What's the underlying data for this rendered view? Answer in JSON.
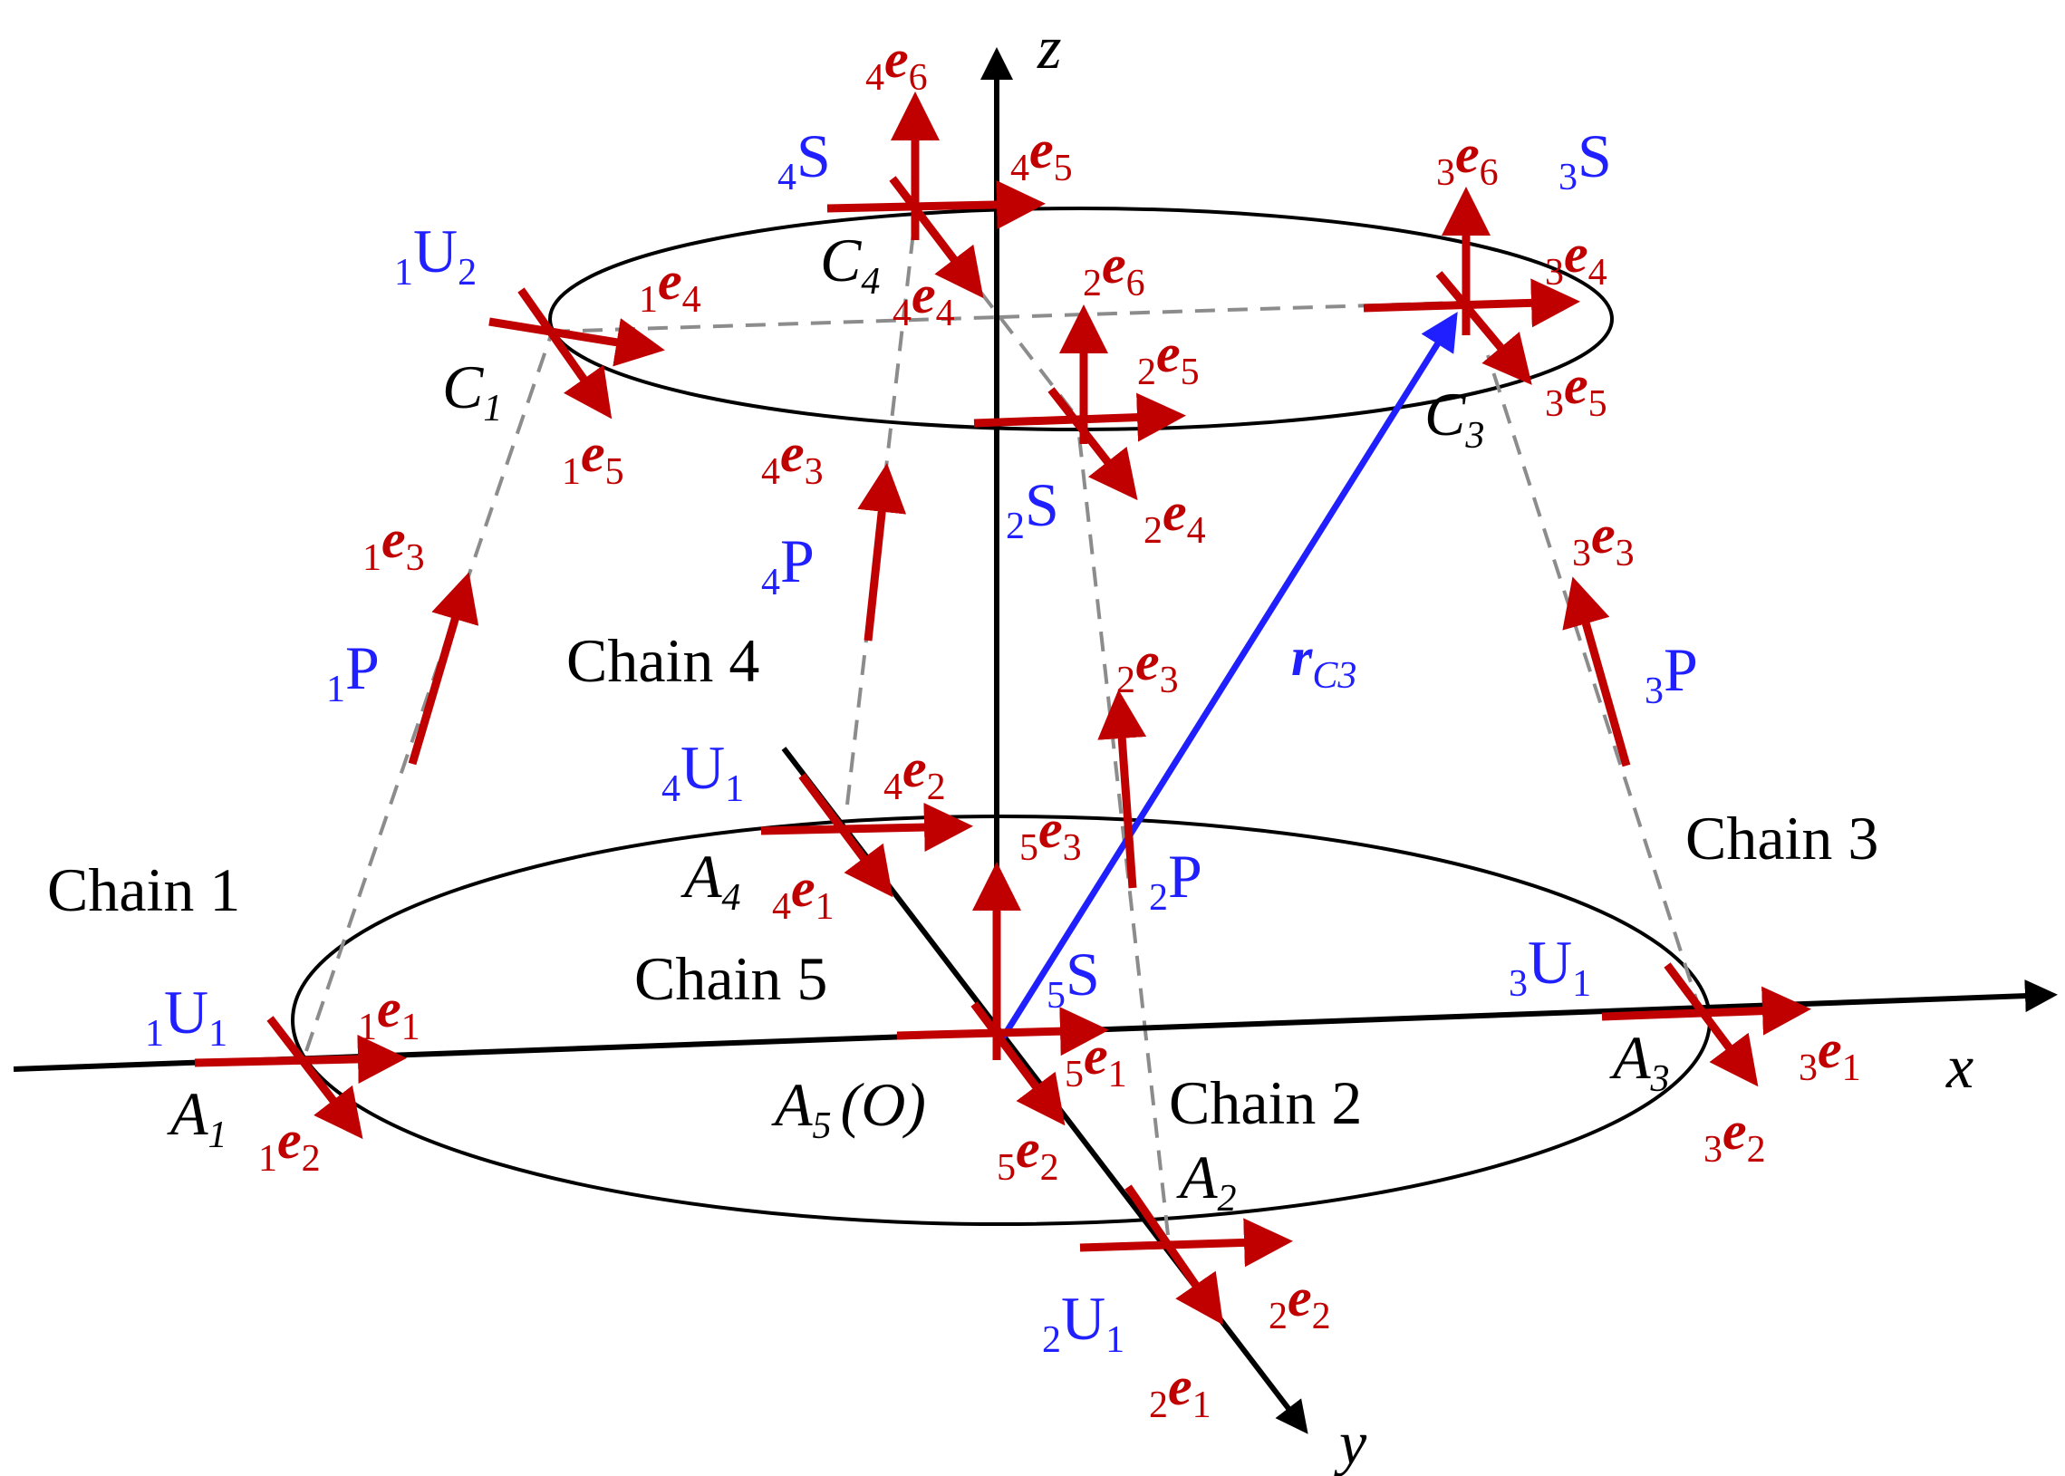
{
  "axes": {
    "x": "x",
    "y": "y",
    "z": "z"
  },
  "chains": [
    {
      "id": "c1",
      "label": "Chain 1"
    },
    {
      "id": "c2",
      "label": "Chain 2"
    },
    {
      "id": "c3",
      "label": "Chain 3"
    },
    {
      "id": "c4",
      "label": "Chain 4"
    },
    {
      "id": "c5",
      "label": "Chain 5"
    }
  ],
  "points": [
    {
      "id": "A1",
      "base": "A",
      "sub": "1",
      "suffix": ""
    },
    {
      "id": "A2",
      "base": "A",
      "sub": "2",
      "suffix": ""
    },
    {
      "id": "A3",
      "base": "A",
      "sub": "3",
      "suffix": ""
    },
    {
      "id": "A4",
      "base": "A",
      "sub": "4",
      "suffix": ""
    },
    {
      "id": "A5",
      "base": "A",
      "sub": "5",
      "suffix": "(O)"
    },
    {
      "id": "C1",
      "base": "C",
      "sub": "1",
      "suffix": ""
    },
    {
      "id": "C3",
      "base": "C",
      "sub": "3",
      "suffix": ""
    },
    {
      "id": "C4",
      "base": "C",
      "sub": "4",
      "suffix": ""
    }
  ],
  "joints": [
    {
      "id": "1U1",
      "pre": "1",
      "base": "U",
      "sub": "1"
    },
    {
      "id": "1P",
      "pre": "1",
      "base": "P",
      "sub": ""
    },
    {
      "id": "1U2",
      "pre": "1",
      "base": "U",
      "sub": "2"
    },
    {
      "id": "2U1",
      "pre": "2",
      "base": "U",
      "sub": "1"
    },
    {
      "id": "2P",
      "pre": "2",
      "base": "P",
      "sub": ""
    },
    {
      "id": "2S",
      "pre": "2",
      "base": "S",
      "sub": ""
    },
    {
      "id": "3U1",
      "pre": "3",
      "base": "U",
      "sub": "1"
    },
    {
      "id": "3P",
      "pre": "3",
      "base": "P",
      "sub": ""
    },
    {
      "id": "3S",
      "pre": "3",
      "base": "S",
      "sub": ""
    },
    {
      "id": "4U1",
      "pre": "4",
      "base": "U",
      "sub": "1"
    },
    {
      "id": "4P",
      "pre": "4",
      "base": "P",
      "sub": ""
    },
    {
      "id": "4S",
      "pre": "4",
      "base": "S",
      "sub": ""
    },
    {
      "id": "5S",
      "pre": "5",
      "base": "S",
      "sub": ""
    }
  ],
  "unit_vectors": [
    {
      "id": "1e1",
      "pre": "1",
      "base": "e",
      "sub": "1"
    },
    {
      "id": "1e2",
      "pre": "1",
      "base": "e",
      "sub": "2"
    },
    {
      "id": "1e3",
      "pre": "1",
      "base": "e",
      "sub": "3"
    },
    {
      "id": "1e4",
      "pre": "1",
      "base": "e",
      "sub": "4"
    },
    {
      "id": "1e5",
      "pre": "1",
      "base": "e",
      "sub": "5"
    },
    {
      "id": "2e1",
      "pre": "2",
      "base": "e",
      "sub": "1"
    },
    {
      "id": "2e2",
      "pre": "2",
      "base": "e",
      "sub": "2"
    },
    {
      "id": "2e3",
      "pre": "2",
      "base": "e",
      "sub": "3"
    },
    {
      "id": "2e4",
      "pre": "2",
      "base": "e",
      "sub": "4"
    },
    {
      "id": "2e5",
      "pre": "2",
      "base": "e",
      "sub": "5"
    },
    {
      "id": "2e6",
      "pre": "2",
      "base": "e",
      "sub": "6"
    },
    {
      "id": "3e1",
      "pre": "3",
      "base": "e",
      "sub": "1"
    },
    {
      "id": "3e2",
      "pre": "3",
      "base": "e",
      "sub": "2"
    },
    {
      "id": "3e3",
      "pre": "3",
      "base": "e",
      "sub": "3"
    },
    {
      "id": "3e4",
      "pre": "3",
      "base": "e",
      "sub": "4"
    },
    {
      "id": "3e5",
      "pre": "3",
      "base": "e",
      "sub": "5"
    },
    {
      "id": "3e6",
      "pre": "3",
      "base": "e",
      "sub": "6"
    },
    {
      "id": "4e1",
      "pre": "4",
      "base": "e",
      "sub": "1"
    },
    {
      "id": "4e2",
      "pre": "4",
      "base": "e",
      "sub": "2"
    },
    {
      "id": "4e3",
      "pre": "4",
      "base": "e",
      "sub": "3"
    },
    {
      "id": "4e4",
      "pre": "4",
      "base": "e",
      "sub": "4"
    },
    {
      "id": "4e5",
      "pre": "4",
      "base": "e",
      "sub": "5"
    },
    {
      "id": "4e6",
      "pre": "4",
      "base": "e",
      "sub": "6"
    },
    {
      "id": "5e1",
      "pre": "5",
      "base": "e",
      "sub": "1"
    },
    {
      "id": "5e2",
      "pre": "5",
      "base": "e",
      "sub": "2"
    },
    {
      "id": "5e3",
      "pre": "5",
      "base": "e",
      "sub": "3"
    }
  ],
  "position_vector": {
    "base": "r",
    "sub": "C3"
  },
  "colors": {
    "vector_red": "#c00000",
    "joint_blue": "#1f1fff",
    "position_blue": "#1f1fff",
    "axis_black": "#000000",
    "dash_gray": "#8c8c8c"
  }
}
